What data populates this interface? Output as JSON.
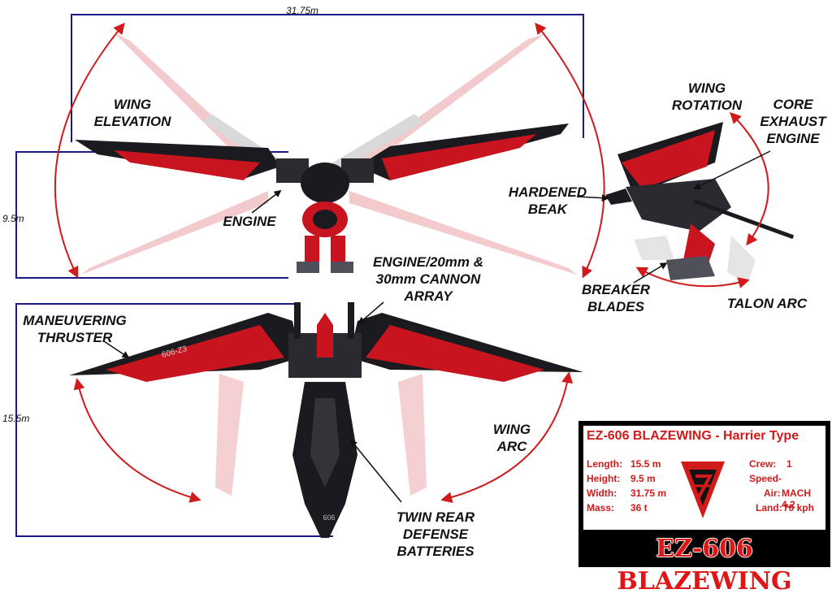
{
  "dimensions": {
    "top_width": "31.75m",
    "top_height": "9.5m",
    "bottom_height": "15.5m"
  },
  "labels": {
    "wing_elevation": "WING\nELEVATION",
    "engine": "ENGINE",
    "engine_cannon": "ENGINE/20mm &\n30mm CANNON\nARRAY",
    "maneuvering_thruster": "MANEUVERING\nTHRUSTER",
    "wing_rotation": "WING\nROTATION",
    "core_exhaust": "CORE\nEXHAUST\nENGINE",
    "hardened_beak": "HARDENED\nBEAK",
    "breaker_blades": "BREAKER\nBLADES",
    "talon_arc": "TALON ARC",
    "wing_arc": "WING\nARC",
    "twin_rear": "TWIN REAR\nDEFENSE\nBATTERIES"
  },
  "spec": {
    "title": "EZ-606 BLAZEWING - Harrier Type",
    "length_label": "Length:",
    "length_value": "15.5 m",
    "height_label": "Height:",
    "height_value": "9.5 m",
    "width_label": "Width:",
    "width_value": "31.75 m",
    "mass_label": "Mass:",
    "mass_value": "36 t",
    "crew_label": "Crew:",
    "crew_value": "1",
    "speed_label": "Speed-",
    "air_label": "Air:",
    "air_value": "MACH 4.2",
    "land_label": "Land:",
    "land_value": "70 kph",
    "banner": "EZ-606 BLAZEWING",
    "hull_marking_1": "606-Z3",
    "hull_marking_2": "606"
  },
  "colors": {
    "accent_red": "#d11a1a",
    "dim_blue": "#1a1a8a",
    "body_black": "#1b1b1f",
    "wing_red": "#c8141e"
  }
}
